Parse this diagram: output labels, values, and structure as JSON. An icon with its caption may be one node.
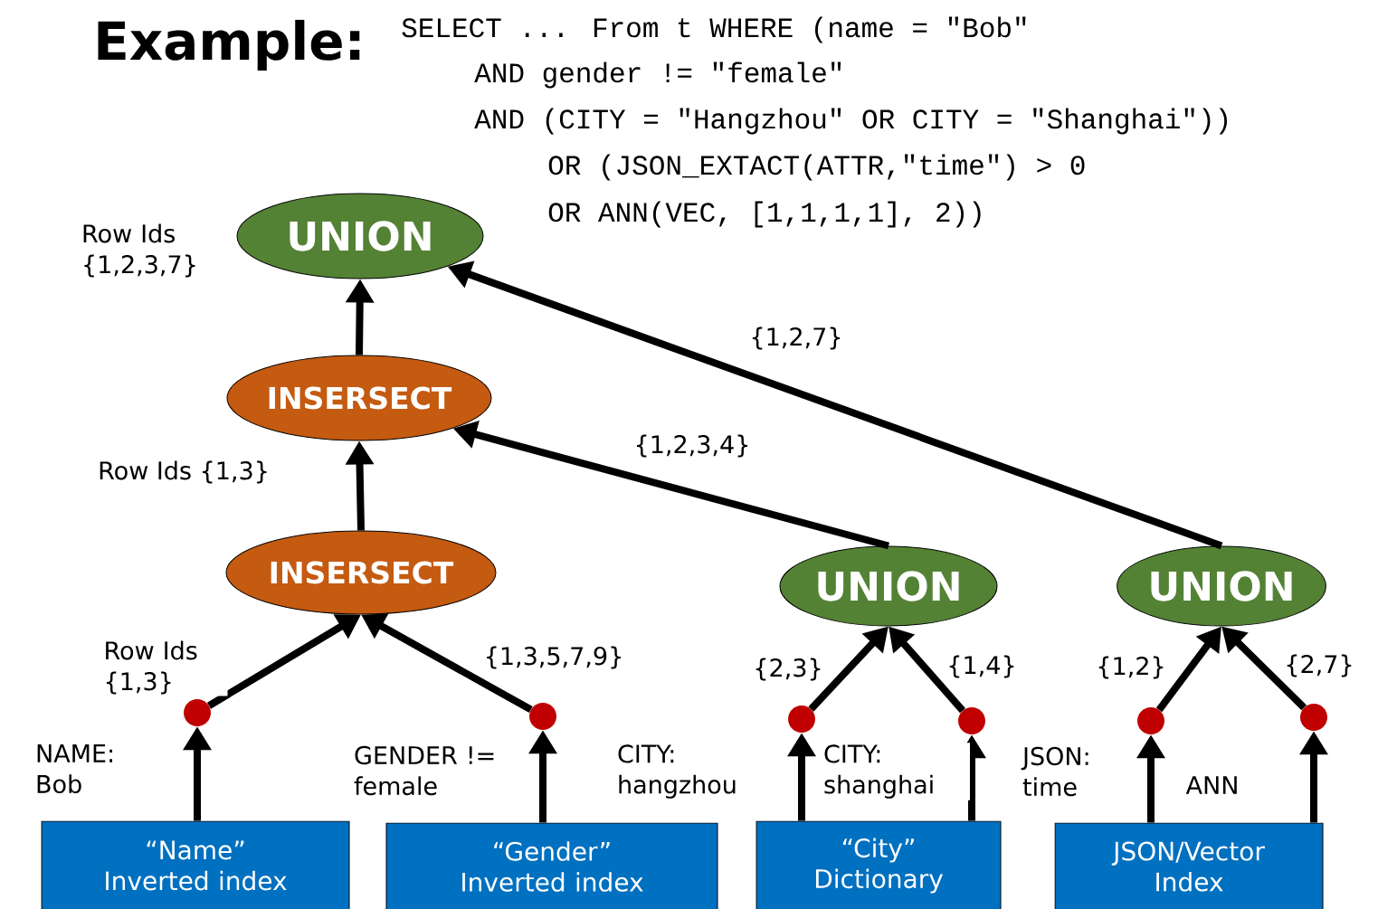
{
  "diagram": {
    "title": "Example:",
    "nodes": [
      {
        "text": [
          "UNION"
        ],
        "beside": [
          "Row Ids {1,2,3,7}"
        ]
      },
      {
        "text": [
          "INSERSECT"
        ]
      },
      {
        "text": [
          "INSERSECT"
        ]
      },
      {
        "text": [
          "UNION"
        ]
      },
      {
        "text": [
          "UNION"
        ]
      },
      {
        "text": [],
        "shape": "circle"
      },
      {
        "text": [],
        "shape": "circle"
      },
      {
        "text": [],
        "shape": "circle"
      },
      {
        "text": [],
        "shape": "circle"
      },
      {
        "text": [],
        "shape": "circle"
      },
      {
        "text": [],
        "shape": "circle"
      },
      {
        "text": [
          "“Name” Inverted index"
        ]
      },
      {
        "text": [
          "“Gender” Inverted index"
        ]
      },
      {
        "text": [
          "“City” Dictionary"
        ]
      },
      {
        "text": [
          "JSON/Vector Index"
        ]
      }
    ],
    "edges": [
      {
        "from": 11,
        "to": 5,
        "arrow": "to",
        "label": "NAME: Bob"
      },
      {
        "from": 12,
        "to": 6,
        "arrow": "to",
        "label": "GENDER != female"
      },
      {
        "from": 13,
        "to": 7,
        "arrow": "to",
        "label": "CITY: hangzhou"
      },
      {
        "from": 13,
        "to": 8,
        "arrow": "to",
        "label": "CITY: shanghai"
      },
      {
        "from": 14,
        "to": 9,
        "arrow": "to",
        "label": "JSON: time"
      },
      {
        "from": 14,
        "to": 10,
        "arrow": "to",
        "label": "ANN"
      },
      {
        "from": 5,
        "to": 2,
        "arrow": "to",
        "label": "Row Ids {1,3}"
      },
      {
        "from": 6,
        "to": 2,
        "arrow": "to",
        "label": "{1,3,5,7,9}"
      },
      {
        "from": 7,
        "to": 3,
        "arrow": "to",
        "label": "{2,3}"
      },
      {
        "from": 8,
        "to": 3,
        "arrow": "to",
        "label": "{1,4}"
      },
      {
        "from": 9,
        "to": 4,
        "arrow": "to",
        "label": "{1,2}"
      },
      {
        "from": 10,
        "to": 4,
        "arrow": "to",
        "label": "{2,7}"
      },
      {
        "from": 2,
        "to": 1,
        "arrow": "to",
        "label": "Row Ids {1,3}"
      },
      {
        "from": 3,
        "to": 1,
        "arrow": "to",
        "label": "{1,2,3,4}"
      },
      {
        "from": 1,
        "to": 0,
        "arrow": "to"
      },
      {
        "from": 4,
        "to": 0,
        "arrow": "to",
        "label": "{1,2,7}"
      }
    ],
    "labels": [
      "SELECT ... From t WHERE (name = \"Bob\"",
      "AND gender != \"female\"",
      "AND (CITY = \"Hangzhou\"  OR CITY = \"Shanghai\"))",
      "OR (JSON_EXTACT(ATTR,\"time\") > 0",
      "OR ANN(VEC, [1,1,1,1], 2))"
    ]
  }
}
